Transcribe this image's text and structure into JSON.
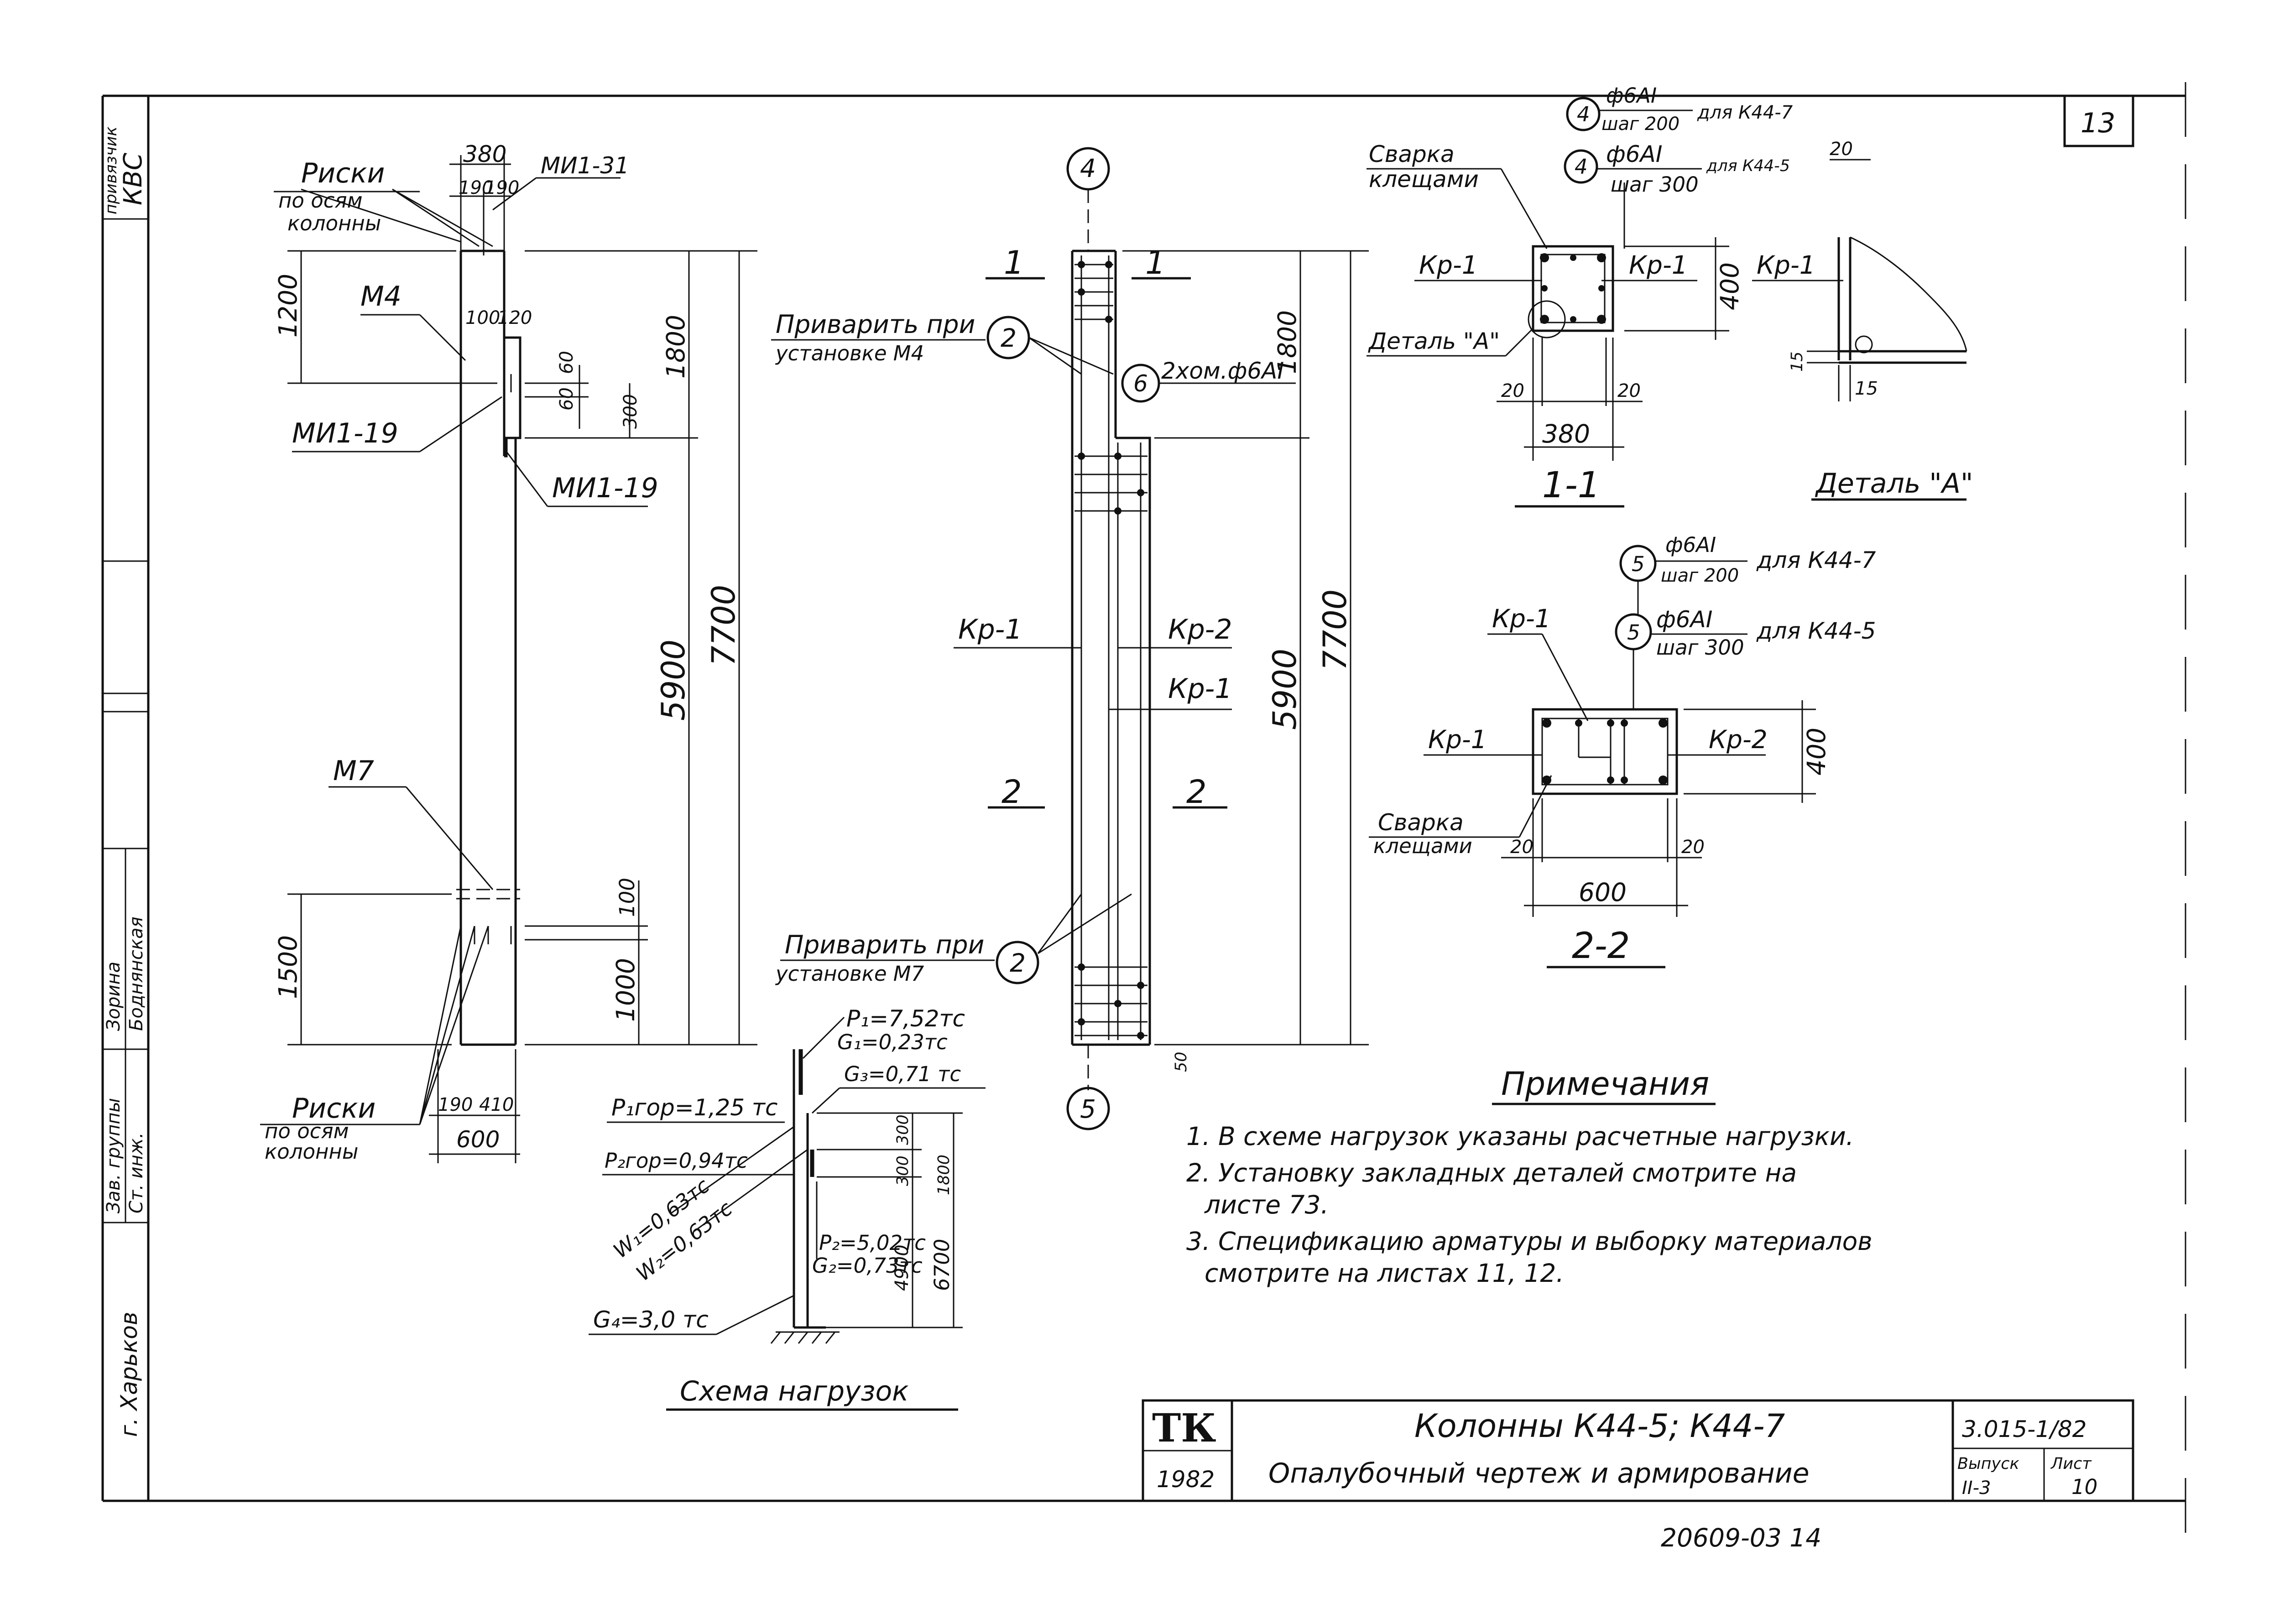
{
  "sheet": {
    "number": "13",
    "archive_no": "20609-03 14"
  },
  "margin": {
    "a": "привязчик",
    "b": "КВС",
    "c": "Зав. группы",
    "d": "Ст. инж.",
    "e": "Зорина",
    "f": "Боднянская",
    "city": "г. Харьков"
  },
  "elevation": {
    "dim_380": "380",
    "dim_190a": "190",
    "dim_190b": "190",
    "mi1_31": "МИ1-31",
    "riski1": "Риски",
    "riski1b": "по осям",
    "riski1c": "колонны",
    "dim_1200": "1200",
    "m4": "М4",
    "dim_100": "100",
    "dim_120": "120",
    "dim_60a": "60",
    "dim_60b": "60",
    "dim_300": "300",
    "mi1_19a": "МИ1-19",
    "mi1_19b": "МИ1-19",
    "dim_1800": "1800",
    "dim_5900": "5900",
    "dim_7700": "7700",
    "m7": "М7",
    "dim_1500": "1500",
    "dim_100b": "100",
    "dim_1000": "1000",
    "riski2": "Риски",
    "riski2b": "по осям",
    "riski2c": "колонны",
    "dim_190c": "190",
    "dim_410": "410",
    "dim_600": "600"
  },
  "rebar_view": {
    "axis_top": "4",
    "axis_bottom": "5",
    "sec1_l": "1",
    "sec1_r": "1",
    "sec2_l": "2",
    "sec2_r": "2",
    "weld1a": "Приварить при",
    "weld1b": "установке М4",
    "mark2a": "2",
    "mark6": "6",
    "bars6": "2хом.ф6АI",
    "kp1_left": "Кр-1",
    "kp2": "Кр-2",
    "kp1_right": "Кр-1",
    "weld2a": "Приварить при",
    "weld2b": "установке М7",
    "mark2b": "2",
    "dim_1800": "1800",
    "dim_5900": "5900",
    "dim_7700": "7700",
    "dim_50": "50"
  },
  "loads": {
    "p1": "P₁=7,52тс",
    "g1": "G₁=0,23тс",
    "g3": "G₃=0,71 тс",
    "p1gor": "P₁гор=1,25 тс",
    "p2gor": "P₂гор=0,94тс",
    "w1": "W₁=0,63тс",
    "w2": "W₂=0,63тс",
    "p2": "P₂=5,02тс",
    "g2": "G₂=0,73тс",
    "g4": "G₄=3,0 тс",
    "d300a": "300",
    "d300b": "300",
    "d1800": "1800",
    "d4900": "4900",
    "d6700": "6700",
    "title": "Схема нагрузок"
  },
  "section11": {
    "mark4a": "4",
    "bar4a": "ф6АI",
    "step4a": "шаг 200",
    "for4a": "для К44-7",
    "mark4b": "4",
    "bar4b": "ф6АI",
    "step4b": "шаг 300",
    "for4b": "для К44-5",
    "weld_a": "Сварка",
    "weld_b": "клещами",
    "kp1a": "Кр-1",
    "kp1b": "Кр-1",
    "detail": "Деталь \"А\"",
    "d400": "400",
    "d20a": "20",
    "d20b": "20",
    "d380": "380",
    "title": "1-1"
  },
  "detailA": {
    "kp1": "Кр-1",
    "d20": "20",
    "d15a": "15",
    "d15b": "15",
    "title": "Деталь \"А\""
  },
  "section22": {
    "mark5a": "5",
    "bar5a": "ф6АI",
    "step5a": "шаг 200",
    "for5a": "для К44-7",
    "mark5b": "5",
    "bar5b": "ф6АI",
    "step5b": "шаг 300",
    "for5b": "для К44-5",
    "kp1top": "Кр-1",
    "kp1left": "Кр-1",
    "kp2": "Кр-2",
    "weld_a": "Сварка",
    "weld_b": "клещами",
    "d400": "400",
    "d20a": "20",
    "d20b": "20",
    "d600": "600",
    "title": "2-2"
  },
  "notes": {
    "title": "Примечания",
    "n1": "1. В схеме нагрузок указаны расчетные нагрузки.",
    "n2a": "2. Установку закладных деталей смотрите на",
    "n2b": "листе 73.",
    "n3a": "3. Спецификацию арматуры и выборку материалов",
    "n3b": "смотрите на листах 11, 12."
  },
  "stamp": {
    "org": "ТК",
    "year": "1982",
    "title1": "Колонны К44-5; К44-7",
    "title2": "Опалубочный чертеж и армирование",
    "code": "3.015-1/82",
    "issue_label": "Выпуск",
    "issue": "II-3",
    "sheet_label": "Лист",
    "sheet": "10"
  }
}
